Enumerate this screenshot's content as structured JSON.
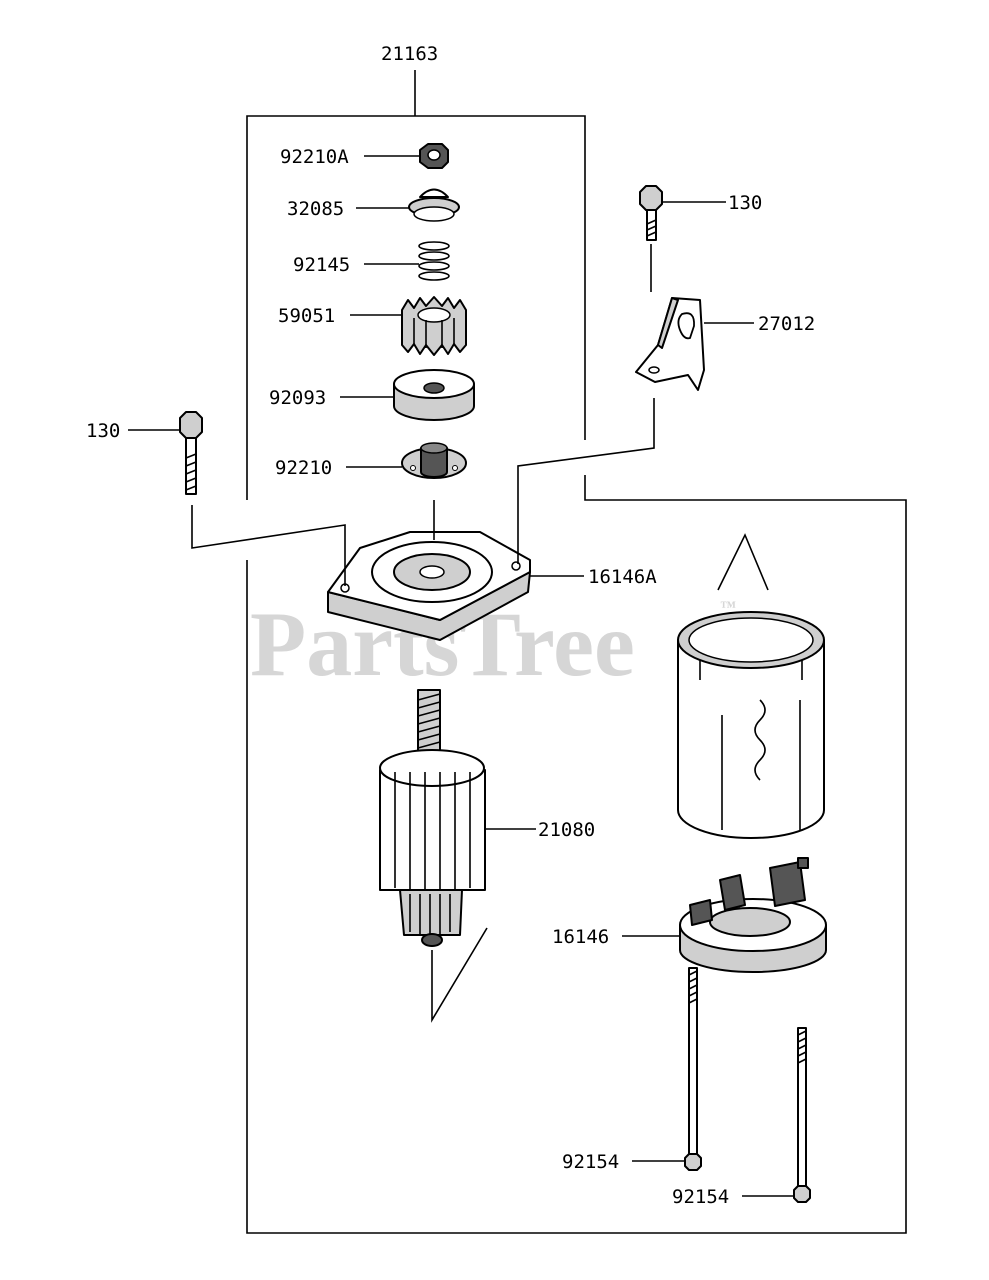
{
  "watermark": "PartsTree",
  "watermark_mark": "™",
  "labels": {
    "assembly": "21163",
    "nut": "92210A",
    "collar": "32085",
    "spring": "92145",
    "pinion": "59051",
    "washer": "92093",
    "nut_flange": "92210",
    "bolt_right": "130",
    "bracket": "27012",
    "bolt_left": "130",
    "cover_front": "16146A",
    "armature": "21080",
    "cover_rear": "16146",
    "through_bolt_1": "92154",
    "through_bolt_2": "92154"
  }
}
